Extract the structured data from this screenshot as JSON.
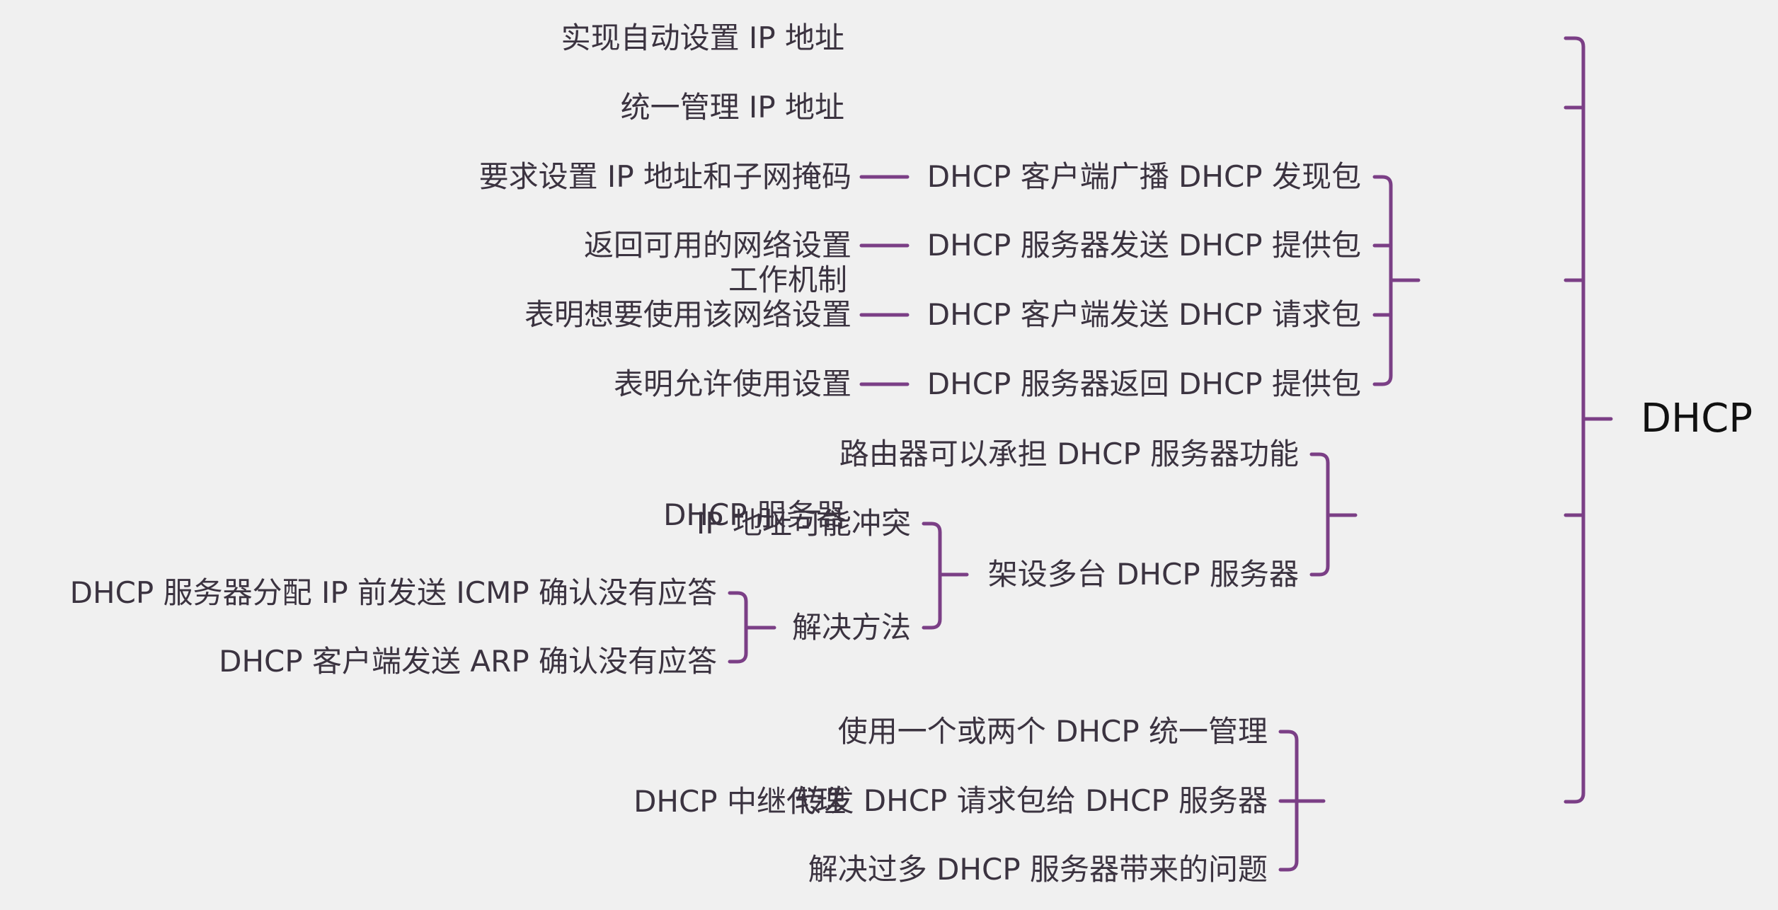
{
  "colors": {
    "connector": "#7b3f86",
    "text": "#3b3340",
    "root_text": "#111111",
    "background": "#f0f0f0"
  },
  "mindmap": {
    "root": "DHCP",
    "branches": {
      "auto_ip": "实现自动设置 IP 地址",
      "unified": "统一管理 IP 地址",
      "mechanism": {
        "label": "工作机制",
        "steps": [
          {
            "label": "DHCP 客户端广播 DHCP 发现包",
            "detail": "要求设置 IP 地址和子网掩码"
          },
          {
            "label": "DHCP 服务器发送 DHCP 提供包",
            "detail": "返回可用的网络设置"
          },
          {
            "label": "DHCP 客户端发送 DHCP 请求包",
            "detail": "表明想要使用该网络设置"
          },
          {
            "label": "DHCP 服务器返回 DHCP 提供包",
            "detail": "表明允许使用设置"
          }
        ]
      },
      "server": {
        "label": "DHCP 服务器",
        "router": "路由器可以承担 DHCP 服务器功能",
        "multi": {
          "label": "架设多台 DHCP 服务器",
          "conflict": "IP 地址可能冲突",
          "solution": {
            "label": "解决方法",
            "items": [
              "DHCP 服务器分配 IP 前发送 ICMP 确认没有应答",
              "DHCP 客户端发送 ARP 确认没有应答"
            ]
          }
        }
      },
      "relay": {
        "label": "DHCP 中继代理",
        "items": [
          "使用一个或两个 DHCP 统一管理",
          "转发 DHCP 请求包给 DHCP 服务器",
          "解决过多 DHCP 服务器带来的问题"
        ]
      }
    }
  }
}
